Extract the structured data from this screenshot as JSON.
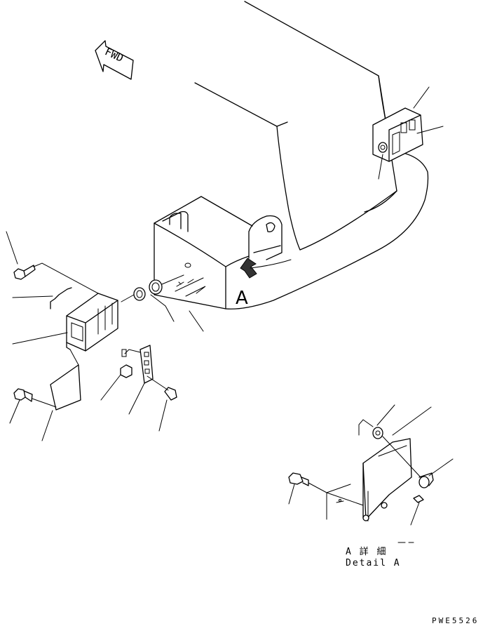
{
  "direction_label": "FWD",
  "view_marker": "A",
  "detail_caption": {
    "japanese": "A 詳 細",
    "english": "Detail A"
  },
  "figure_code": "PWE5526"
}
